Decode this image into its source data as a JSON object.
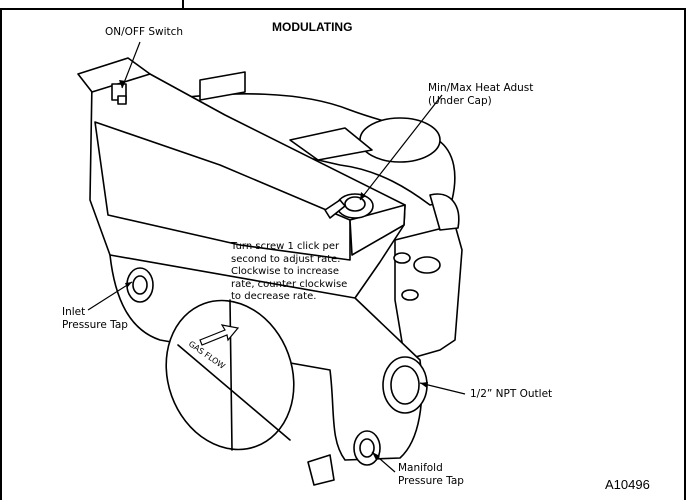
{
  "diagram": {
    "title": "MODULATING",
    "figure_code": "A10496",
    "labels": {
      "on_off_switch": "ON/OFF Switch",
      "min_max_heat_adjust": [
        "Min/Max Heat Adust",
        "(Under Cap)"
      ],
      "inlet_pressure_tap": [
        "Inlet",
        "Pressure Tap"
      ],
      "npt_outlet": "1/2” NPT Outlet",
      "manifold_pressure_tap": [
        "Manifold",
        "Pressure Tap"
      ],
      "adjust_instructions": [
        "Turn screw 1 click per",
        "second to adjust rate.",
        "Clockwise to increase",
        "rate, counter clockwise",
        "to decrease rate."
      ],
      "gas_flow": "GAS FLOW"
    }
  }
}
